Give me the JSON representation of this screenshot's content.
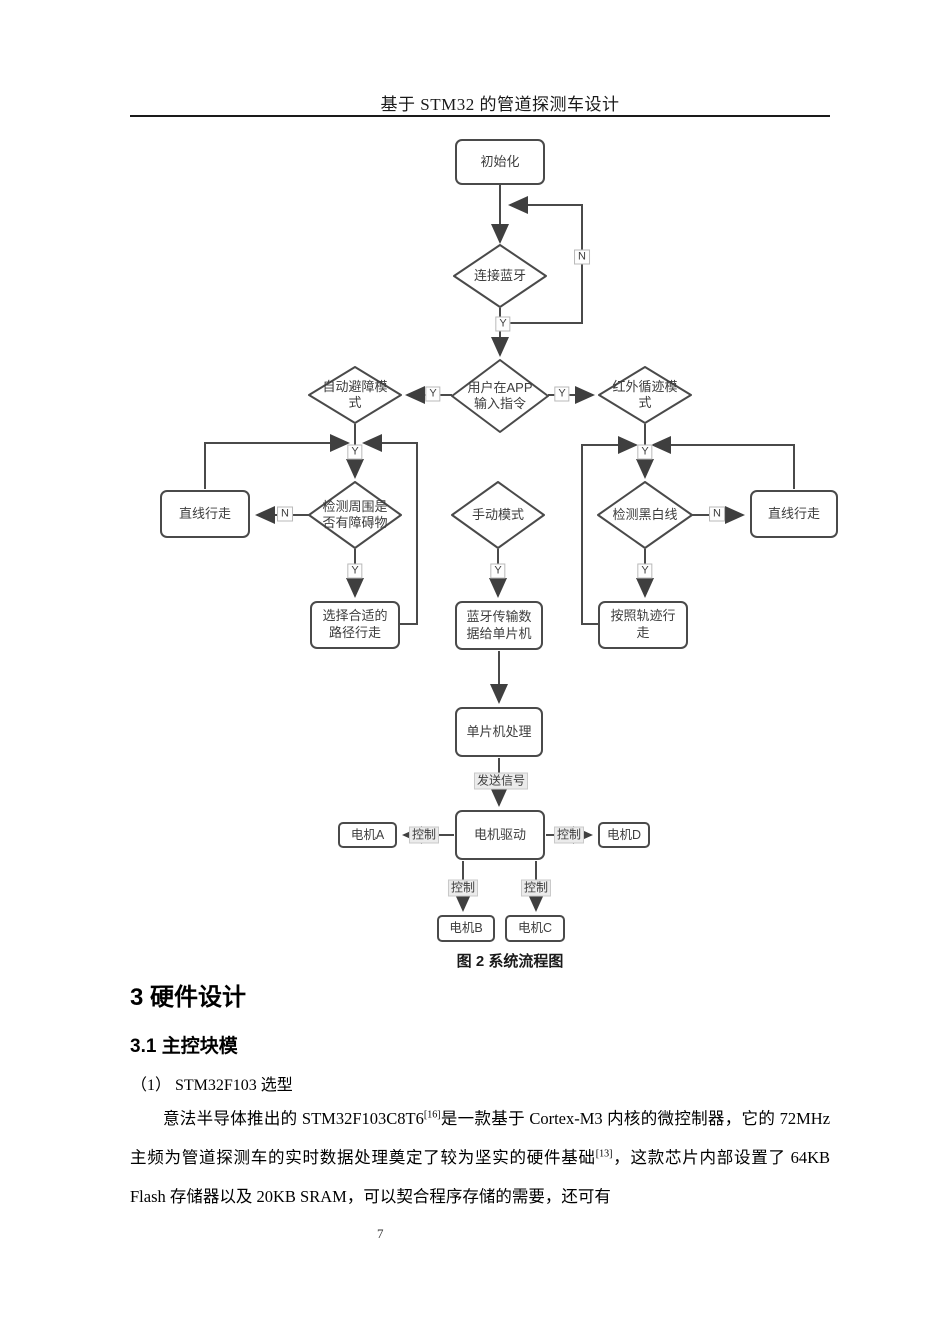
{
  "header": {
    "title": "基于 STM32 的管道探测车设计"
  },
  "flowchart": {
    "nodes": {
      "init": "初始化",
      "connect_bt": "连接蓝牙",
      "app_cmd": "用户在APP\n输入指令",
      "auto_mode": "自动避障模\n式",
      "ir_mode": "红外循迹模\n式",
      "detect_obstacle": "检测周围是\n否有障碍物",
      "manual_mode": "手动模式",
      "detect_line": "检测黑白线",
      "straight_left": "直线行走",
      "straight_right": "直线行走",
      "choose_path": "选择合适的\n路径行走",
      "bt_transfer": "蓝牙传输数\n据给单片机",
      "follow_track": "按照轨迹行\n走",
      "mcu_process": "单片机处理",
      "motor_drive": "电机驱动",
      "motor_a": "电机A",
      "motor_b": "电机B",
      "motor_c": "电机C",
      "motor_d": "电机D"
    },
    "labels": {
      "yes": "Y",
      "no": "N",
      "control": "控制",
      "send_signal": "发送信号"
    },
    "caption": "图 2 系统流程图"
  },
  "section": {
    "heading1": "3 硬件设计",
    "heading2": "3.1 主控块模",
    "item_label": "（1） STM32F103 选型",
    "paragraph": {
      "s1": "意法半导体推出的 STM32F103C8T6",
      "sup1": "[16]",
      "s2": "是一款基于 Cortex-M3 内核的微控制器，它的 72MHz 主频为管道探测车的实时数据处理奠定了较为坚实的硬件基础",
      "sup2": "[13]",
      "s3": "，这款芯片内部设置了 64KB Flash 存储器以及 20KB SRAM，可以契合程序存储的需要，还可有"
    }
  },
  "footer": {
    "page_number": "7"
  },
  "colors": {
    "line": "#4a4a4a",
    "node_border": "#4a4a4a",
    "node_text": "#3d3d3d",
    "label_bg": "#ebebeb"
  }
}
